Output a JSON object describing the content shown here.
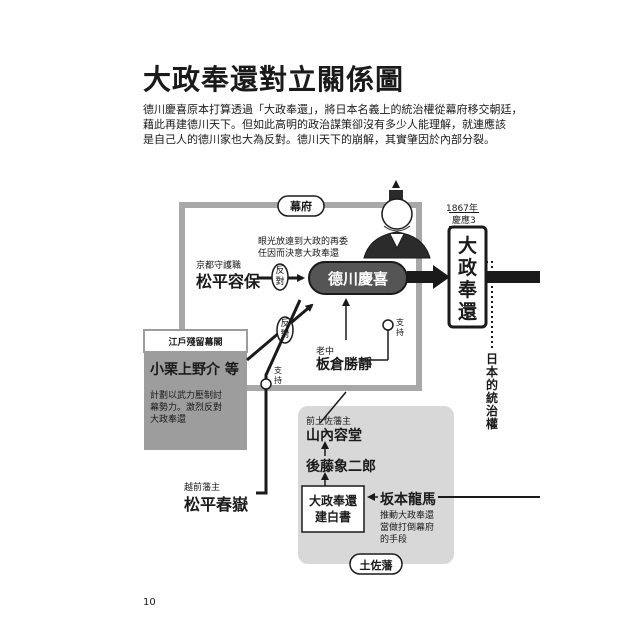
{
  "title": "大政奉還對立關係圖",
  "intro_lines": [
    "德川慶喜原本打算透過「大政奉還」，將日本名義上的統治權從幕府移交朝廷，",
    "藉此再建德川天下。但如此高明的政治謀策卻沒有多少人能理解，就連應該",
    "是自己人的德川家也大為反對。德川天下的崩解，其實肇因於內部分裂。"
  ],
  "bakufu_label": "幕府",
  "tosa_label": "土佐藩",
  "yoshinobu": {
    "name": "德川慶喜",
    "note_lines": [
      "眼光放遠到大政的再委",
      "任因而決意大政奉還"
    ]
  },
  "katamori": {
    "role": "京都守護職",
    "name": "松平容保"
  },
  "edo": {
    "header": "江戶殘留幕閣",
    "name": "小栗上野介 等",
    "note_lines": [
      "計劃以武力壓制討",
      "幕勢力。激烈反對",
      "大政奉還"
    ]
  },
  "itakura": {
    "role": "老中",
    "name": "板倉勝靜"
  },
  "yodo": {
    "role": "前土佐藩主",
    "name": "山內容堂"
  },
  "goto": {
    "name": "後藤象二郎"
  },
  "shungaku": {
    "role": "越前藩主",
    "name": "松平春嶽"
  },
  "kenpaku": {
    "lines": [
      "大政奉還",
      "建白書"
    ]
  },
  "ryoma": {
    "name": "坂本龍馬",
    "note_lines": [
      "推動大政奉還",
      "當做打倒幕府",
      "的手段"
    ]
  },
  "taisei": {
    "year": "1867年",
    "era": "慶應3",
    "text": [
      "大",
      "政",
      "奉",
      "還"
    ]
  },
  "japan_rule": [
    "日",
    "本",
    "的",
    "統",
    "治",
    "權"
  ],
  "marks": {
    "oppose": [
      "反",
      "對"
    ],
    "support": [
      "支",
      "持"
    ]
  },
  "page_number": "10"
}
